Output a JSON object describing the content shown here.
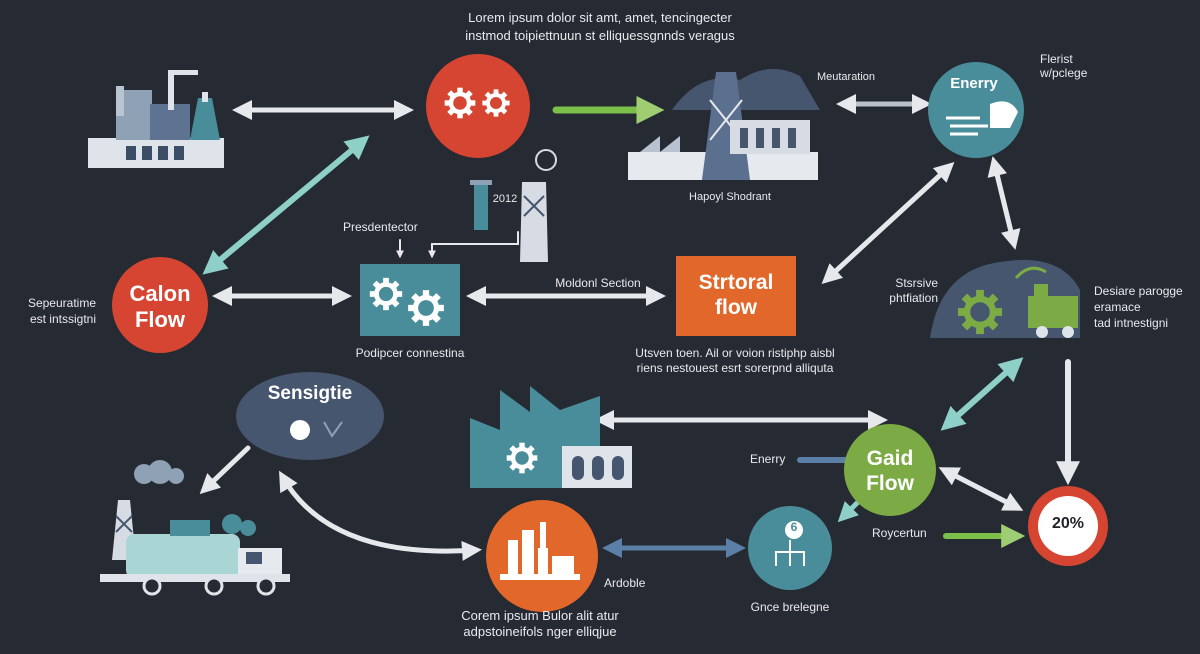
{
  "header": {
    "line1": "Lorem ipsum dolor sit amt, amet,  tencingecter",
    "line2": "instmod toipiettnuun st elliquessgnnds veragus"
  },
  "nodes": {
    "carbon_flow": {
      "line1": "Calon",
      "line2": "Flow"
    },
    "structural_flow": {
      "line1": "Strtoral",
      "line2": "flow"
    },
    "sensitive": {
      "label": "Sensigtie"
    },
    "grid_flow": {
      "line1": "Gaid",
      "line2": "Flow"
    },
    "energy": {
      "label": "Enerry"
    },
    "percent_badge": {
      "value": "20%"
    },
    "stat_badge": {
      "value": "2012"
    },
    "gear_small": {
      "value": "6"
    }
  },
  "labels": {
    "left_caption": {
      "line1": "Sepeuratime",
      "line2": "est intssigtni"
    },
    "top_right": {
      "line1": "Flerist",
      "line2": "w/pclege"
    },
    "mountain": "Meutaration",
    "factory_center": "Hapoyl Shodrant",
    "presidentector": "Presdentector",
    "model_section": "Moldonl Section",
    "component_caption": "Podipcer connestina",
    "middle_caption": {
      "line1": "Utsven toen. Ail or voion ristiphp aisbl",
      "line2": "riens nestouest esrt sorerpnd alliquta"
    },
    "sensitive_production": {
      "line1": "Stsrsive",
      "line2": "phtfiation"
    },
    "right_caption": {
      "line1": "Desiare parogge",
      "line2": "eramace",
      "line3": "tad intnestigni"
    },
    "energy_label": "Enerry",
    "recycle": "Roycertun",
    "archive": "Ardoble",
    "green_caption": "Gnce brelegne",
    "bottom_caption": {
      "line1": "Corem ipsum Bulor alit atur",
      "line2": "adpstoineifols nger elliqjue"
    }
  },
  "colors": {
    "background": "#252a33",
    "red": "#d64532",
    "orange": "#e2672a",
    "teal": "#4a8d9a",
    "slate": "#46566e",
    "green": "#7cab45",
    "arrow": "#e6e8ec",
    "accent_green": "#6fae3c",
    "accent_blue": "#5b7fa6"
  },
  "icons": [
    "factory-icon",
    "gear-icon",
    "oil-rig-icon",
    "truck-icon",
    "chemical-plant-icon",
    "wind-icon",
    "globe-icon"
  ]
}
